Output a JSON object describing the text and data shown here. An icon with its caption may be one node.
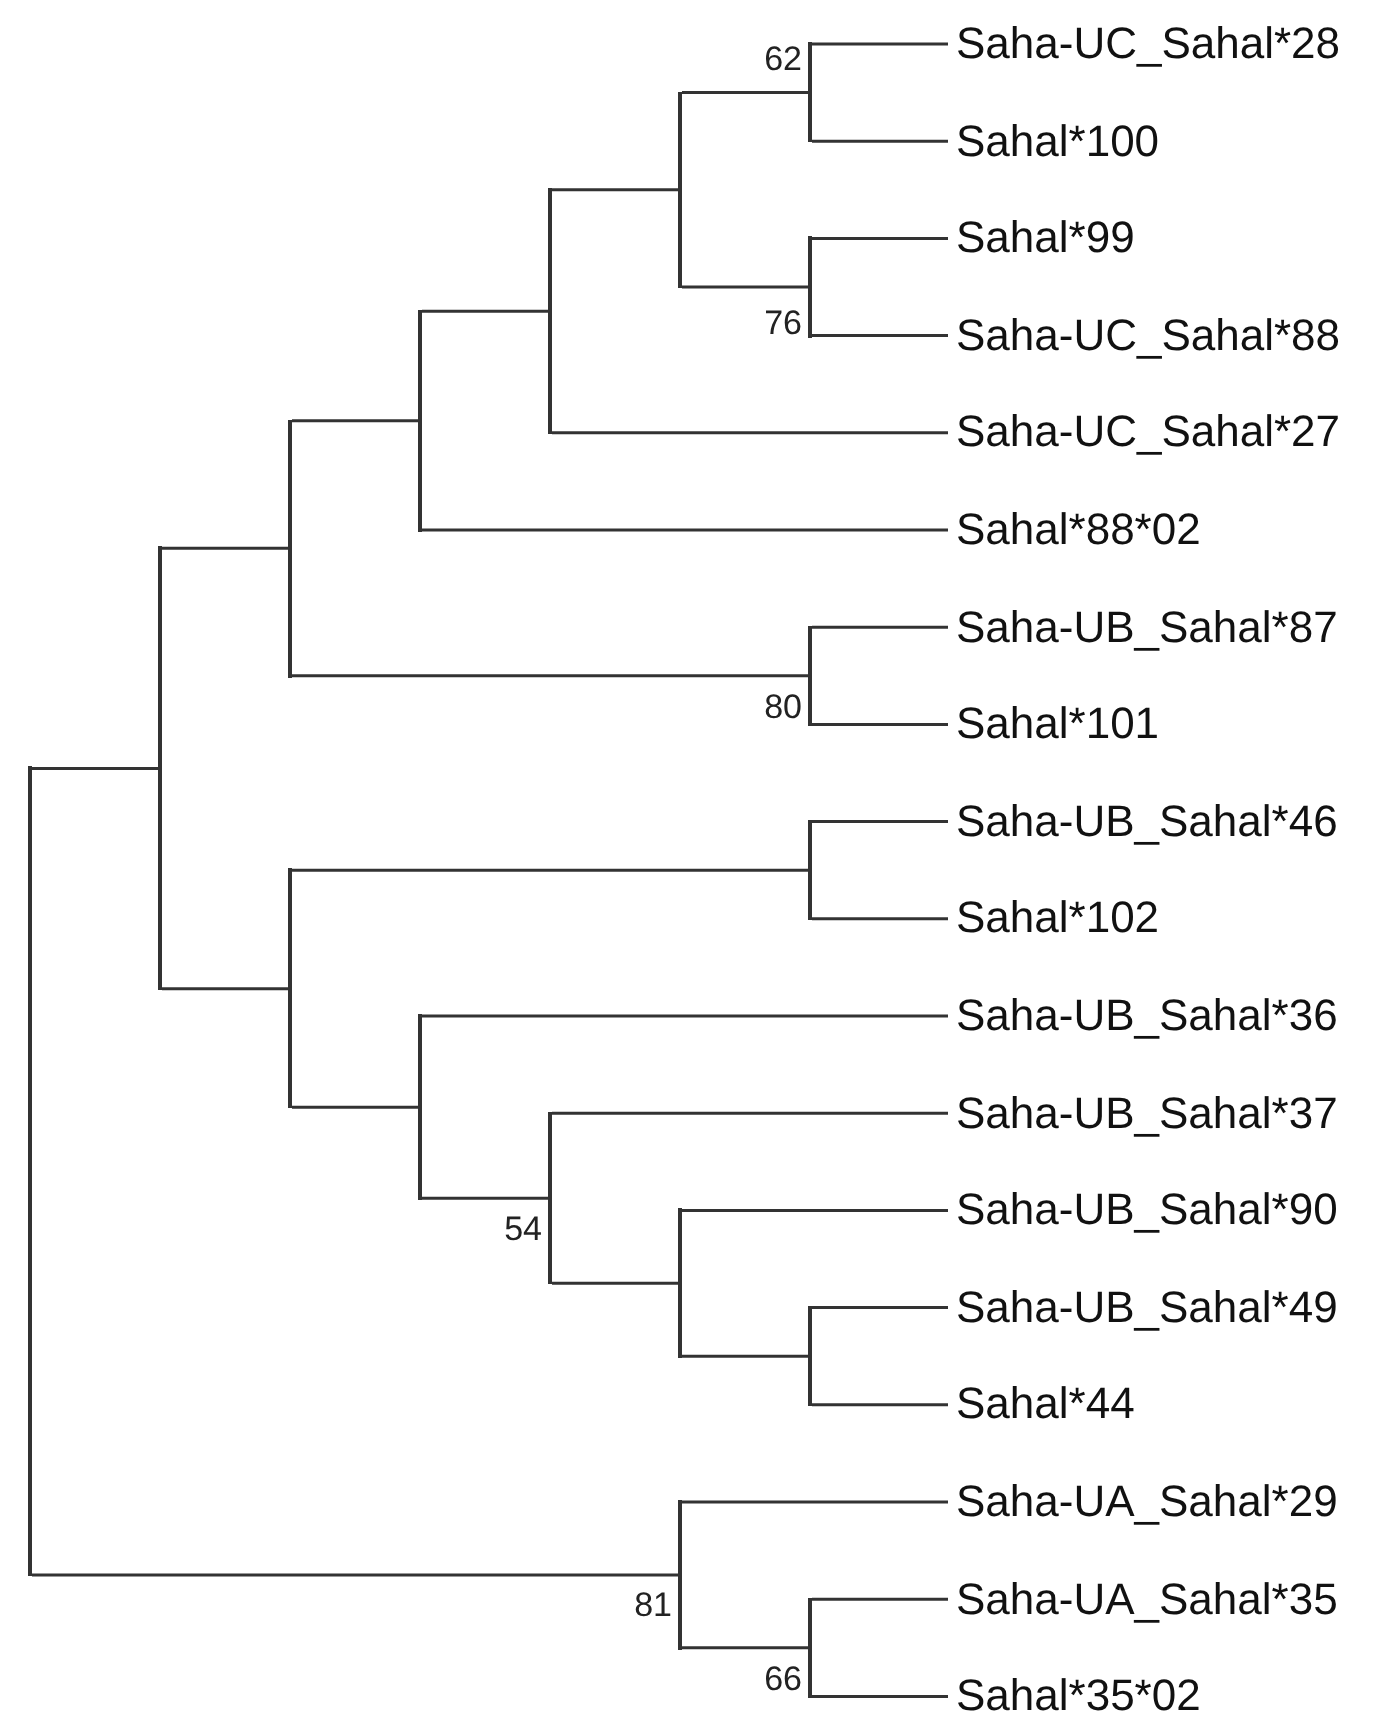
{
  "diagram": {
    "nodes": [
      {
        "text": [
          "Saha-UC_Sahal*28"
        ]
      },
      {
        "text": [
          "Sahal*100"
        ]
      },
      {
        "text": [
          "Sahal*99"
        ]
      },
      {
        "text": [
          "Saha-UC_Sahal*88"
        ]
      },
      {
        "text": [
          "Saha-UC_Sahal*27"
        ]
      },
      {
        "text": [
          "Sahal*88*02"
        ]
      },
      {
        "text": [
          "Saha-UB_Sahal*87"
        ]
      },
      {
        "text": [
          "Sahal*101"
        ]
      },
      {
        "text": [
          "Saha-UB_Sahal*46"
        ]
      },
      {
        "text": [
          "Sahal*102"
        ]
      },
      {
        "text": [
          "Saha-UB_Sahal*36"
        ]
      },
      {
        "text": [
          "Saha-UB_Sahal*37"
        ]
      },
      {
        "text": [
          "Saha-UB_Sahal*90"
        ]
      },
      {
        "text": [
          "Saha-UB_Sahal*49"
        ]
      },
      {
        "text": [
          "Sahal*44"
        ]
      },
      {
        "text": [
          "Saha-UA_Sahal*29"
        ]
      },
      {
        "text": [
          "Saha-UA_Sahal*35"
        ]
      },
      {
        "text": [
          "Sahal*35*02"
        ]
      },
      {
        "text": [],
        "shape": "line"
      },
      {
        "text": [],
        "shape": "line"
      },
      {
        "text": [],
        "shape": "line"
      },
      {
        "text": [],
        "shape": "line"
      },
      {
        "text": [],
        "shape": "line"
      },
      {
        "text": [],
        "shape": "line",
        "beside": [
          "80"
        ]
      },
      {
        "text": [],
        "shape": "line"
      },
      {
        "text": [],
        "shape": "line"
      },
      {
        "text": [],
        "shape": "line",
        "beside": [
          "62"
        ]
      },
      {
        "text": [],
        "shape": "line",
        "beside": [
          "76"
        ]
      },
      {
        "text": [],
        "shape": "line"
      },
      {
        "text": [],
        "shape": "line"
      },
      {
        "text": [],
        "shape": "line",
        "beside": [
          "54"
        ]
      },
      {
        "text": [],
        "shape": "line"
      },
      {
        "text": [],
        "shape": "line"
      },
      {
        "text": [],
        "shape": "line",
        "beside": [
          "81"
        ]
      },
      {
        "text": [],
        "shape": "line",
        "beside": [
          "66"
        ]
      }
    ],
    "edges": [
      {
        "from": 18,
        "to": 19,
        "arrow": "none"
      },
      {
        "from": 18,
        "to": 33,
        "arrow": "none"
      },
      {
        "from": 19,
        "to": 20,
        "arrow": "none"
      },
      {
        "from": 19,
        "to": 21,
        "arrow": "none"
      },
      {
        "from": 20,
        "to": 22,
        "arrow": "none"
      },
      {
        "from": 20,
        "to": 23,
        "arrow": "none"
      },
      {
        "from": 22,
        "to": 24,
        "arrow": "none"
      },
      {
        "from": 22,
        "to": 5,
        "arrow": "none"
      },
      {
        "from": 24,
        "to": 25,
        "arrow": "none"
      },
      {
        "from": 24,
        "to": 4,
        "arrow": "none"
      },
      {
        "from": 25,
        "to": 26,
        "arrow": "none"
      },
      {
        "from": 25,
        "to": 27,
        "arrow": "none"
      },
      {
        "from": 26,
        "to": 0,
        "arrow": "none"
      },
      {
        "from": 26,
        "to": 1,
        "arrow": "none"
      },
      {
        "from": 27,
        "to": 2,
        "arrow": "none"
      },
      {
        "from": 27,
        "to": 3,
        "arrow": "none"
      },
      {
        "from": 23,
        "to": 6,
        "arrow": "none"
      },
      {
        "from": 23,
        "to": 7,
        "arrow": "none"
      },
      {
        "from": 21,
        "to": 28,
        "arrow": "none"
      },
      {
        "from": 21,
        "to": 29,
        "arrow": "none"
      },
      {
        "from": 28,
        "to": 8,
        "arrow": "none"
      },
      {
        "from": 28,
        "to": 9,
        "arrow": "none"
      },
      {
        "from": 29,
        "to": 10,
        "arrow": "none"
      },
      {
        "from": 29,
        "to": 30,
        "arrow": "none"
      },
      {
        "from": 30,
        "to": 11,
        "arrow": "none"
      },
      {
        "from": 30,
        "to": 31,
        "arrow": "none"
      },
      {
        "from": 31,
        "to": 12,
        "arrow": "none"
      },
      {
        "from": 31,
        "to": 32,
        "arrow": "none"
      },
      {
        "from": 32,
        "to": 13,
        "arrow": "none"
      },
      {
        "from": 32,
        "to": 14,
        "arrow": "none"
      },
      {
        "from": 33,
        "to": 15,
        "arrow": "none"
      },
      {
        "from": 33,
        "to": 34,
        "arrow": "none"
      },
      {
        "from": 34,
        "to": 16,
        "arrow": "none"
      },
      {
        "from": 34,
        "to": 17,
        "arrow": "none"
      }
    ]
  }
}
